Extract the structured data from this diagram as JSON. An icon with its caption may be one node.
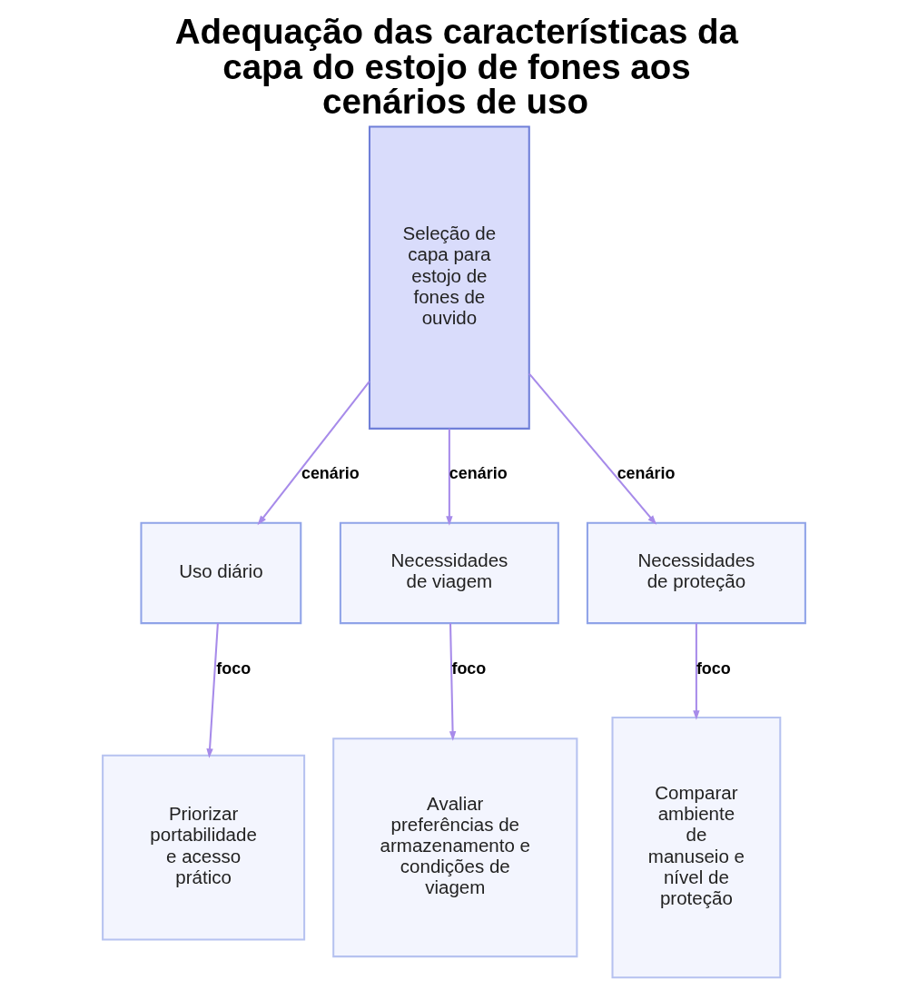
{
  "diagram": {
    "title": "Adequação das características da capa do estojo de fones aos cenários de uso",
    "nodes": [
      {
        "text": [
          "Seleção de capa para estojo de fones de ouvido"
        ]
      },
      {
        "text": [
          "Uso diário"
        ]
      },
      {
        "text": [
          "Necessidades de viagem"
        ]
      },
      {
        "text": [
          "Necessidades de proteção"
        ]
      },
      {
        "text": [
          "Priorizar portabilidade e acesso prático"
        ]
      },
      {
        "text": [
          "Avaliar preferências de armazenamento e condições de viagem"
        ]
      },
      {
        "text": [
          "Comparar ambiente de manuseio e nível de proteção"
        ]
      }
    ],
    "edges": [
      {
        "from": 0,
        "to": 1,
        "arrow": "to",
        "label": "cenário"
      },
      {
        "from": 0,
        "to": 2,
        "arrow": "to",
        "label": "cenário"
      },
      {
        "from": 0,
        "to": 3,
        "arrow": "to",
        "label": "cenário"
      },
      {
        "from": 1,
        "to": 4,
        "arrow": "to",
        "label": "foco"
      },
      {
        "from": 2,
        "to": 5,
        "arrow": "to",
        "label": "foco"
      },
      {
        "from": 3,
        "to": 6,
        "arrow": "to",
        "label": "foco"
      }
    ]
  }
}
